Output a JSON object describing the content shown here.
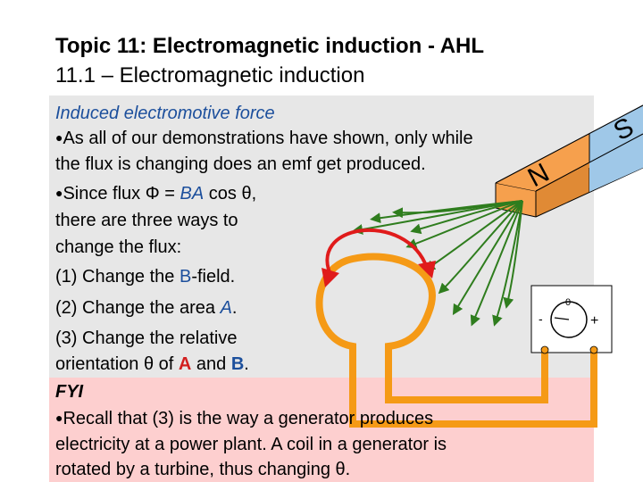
{
  "title": {
    "line1": "Topic 11: Electromagnetic induction - AHL",
    "line2": "11.1 – Electromagnetic induction"
  },
  "body": {
    "heading": "Induced electromotive force",
    "bullet1_line1": "As all of our demonstrations have shown, only while",
    "bullet1_line2": "the flux is changing does an emf get produced.",
    "bullet2_prefix": "Since flux ",
    "bullet2_phi": "Φ",
    "bullet2_equals": " = ",
    "bullet2_BA": "BA",
    "bullet2_cos": " cos ",
    "bullet2_theta": "θ",
    "bullet2_comma": ",",
    "line_three_ways": "there are three ways to",
    "line_change_flux": "change the flux:",
    "item1_prefix": "(1) Change the ",
    "item1_B": "B",
    "item1_suffix": "-field.",
    "item2_prefix": "(2) Change the area ",
    "item2_A": "A",
    "item2_suffix": ".",
    "item3_line1": "(3) Change the relative",
    "item3_prefix": "orientation ",
    "item3_theta": "θ",
    "item3_of": " of ",
    "item3_A": "A",
    "item3_and": " and ",
    "item3_B": "B",
    "item3_suffix": "."
  },
  "fyi": {
    "label": "FYI",
    "line1": "Recall that (3) is the way a generator produces",
    "line2": "electricity at a power plant. A coil in a generator is",
    "line3_prefix": "rotated by a turbine, thus changing ",
    "line3_theta": "θ",
    "line3_suffix": "."
  },
  "bullet_glyph": "●",
  "magnet": {
    "north_label": "N",
    "south_label": "S"
  },
  "meter": {
    "zero": "0",
    "minus": "-",
    "plus": "+"
  },
  "colors": {
    "gray_panel": "#e7e7e7",
    "pink_panel": "#fdcfcf",
    "blue_text": "#1c4f9c",
    "red_text": "#d21f1f",
    "wire_orange": "#f59a16",
    "loop_red": "#e01b1b",
    "field_green": "#2f7d1e",
    "magnet_orange": "#f6a04d",
    "magnet_top": "#9fc8e8",
    "magnet_side": "#7fb5de"
  }
}
